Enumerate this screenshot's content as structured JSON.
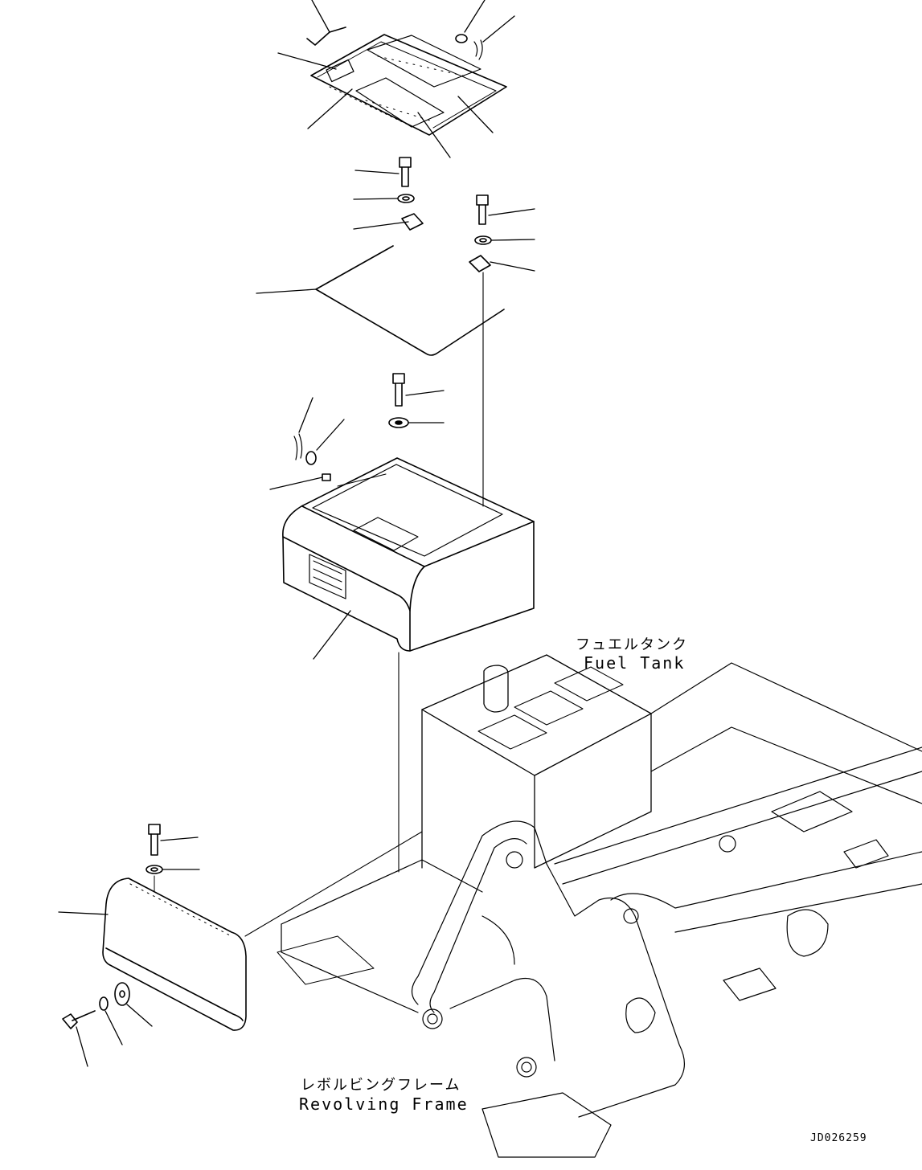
{
  "labels": {
    "fuel_tank_jp": "フュエルタンク",
    "fuel_tank_en": "Fuel Tank",
    "revolving_frame_jp": "レボルビングフレーム",
    "revolving_frame_en": "Revolving Frame"
  },
  "drawing_id": "JD026259",
  "line_color": "#000000",
  "background_color": "#ffffff"
}
